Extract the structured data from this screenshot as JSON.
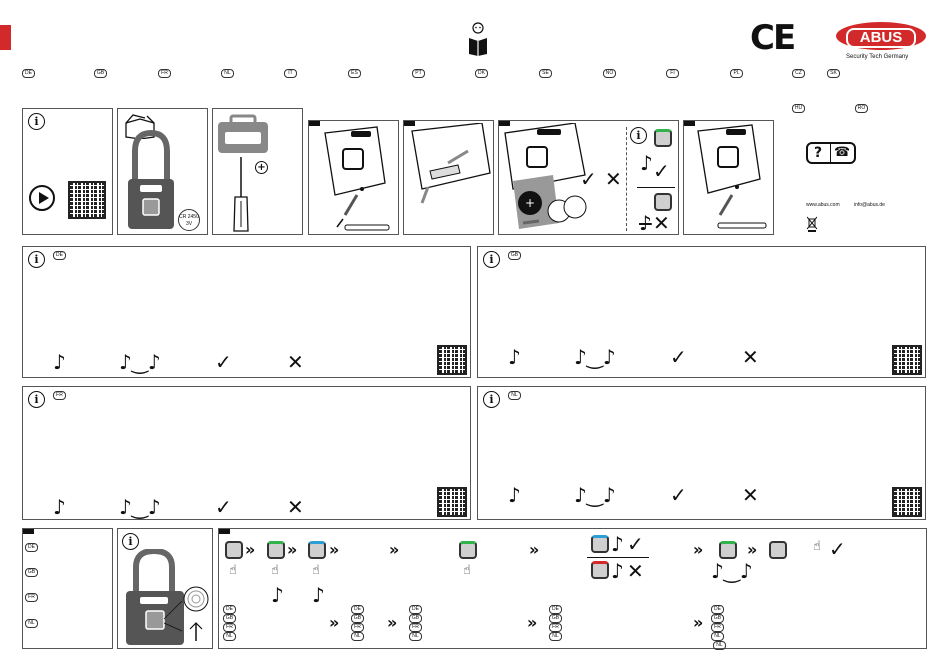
{
  "header": {
    "lang_codes": [
      "DE",
      "GB",
      "FR",
      "NL",
      "IT",
      "ES",
      "PT",
      "DK",
      "SE",
      "NO",
      "FI",
      "PL",
      "CZ",
      "SK"
    ],
    "ce_mark": "CE",
    "brand": "ABUS",
    "brand_tagline": "Security Tech Germany"
  },
  "top_right": {
    "lang_codes": [
      "HU",
      "RO"
    ],
    "web": "www.abus.com",
    "email": "info@abus.de"
  },
  "packaging": {
    "battery_label": "CR 2450 3V"
  },
  "cards": [
    {
      "lang": "DE"
    },
    {
      "lang": "GB"
    },
    {
      "lang": "FR"
    },
    {
      "lang": "NL"
    }
  ],
  "bottom_left": {
    "lang_codes": [
      "DE",
      "GB",
      "FR",
      "NL"
    ]
  },
  "bottom_main": {
    "lang_group": [
      "DE",
      "GB",
      "FR",
      "NL"
    ]
  },
  "colors": {
    "accent_red": "#d22a2a",
    "led_green": "#2fb34a",
    "led_blue": "#2a9fd6",
    "led_red": "#d62a2a"
  }
}
